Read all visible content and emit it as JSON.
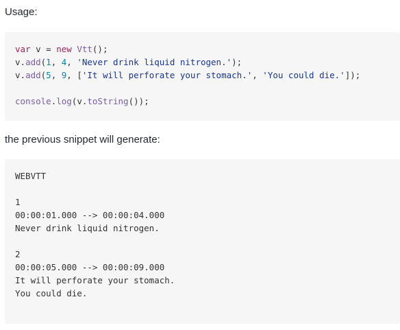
{
  "intro": {
    "usage_label": "Usage:",
    "generate_label": "the previous snippet will generate:"
  },
  "usage_code": {
    "line1": {
      "kw1": "var",
      "t1": " v = ",
      "kw2": "new",
      "t2": " ",
      "cls": "Vtt",
      "t3": "();"
    },
    "line2": {
      "t1": "v.",
      "fn": "add",
      "t2": "(",
      "n1": "1",
      "t3": ", ",
      "n2": "4",
      "t4": ", ",
      "s1": "'Never drink liquid nitrogen.'",
      "t5": ");"
    },
    "line3": {
      "t1": "v.",
      "fn": "add",
      "t2": "(",
      "n1": "5",
      "t3": ", ",
      "n2": "9",
      "t4": ", [",
      "s1": "'It will perforate your stomach.'",
      "t5": ", ",
      "s2": "'You could die.'",
      "t6": "]);"
    },
    "line5": {
      "obj": "console",
      "t1": ".",
      "fn1": "log",
      "t2": "(v.",
      "fn2": "toString",
      "t3": "());"
    }
  },
  "output_code": {
    "lines": [
      "WEBVTT",
      "",
      "1",
      "00:00:01.000 --> 00:00:04.000",
      "Never drink liquid nitrogen.",
      "",
      "2",
      "00:00:05.000 --> 00:00:09.000",
      "It will perforate your stomach.",
      "You could die."
    ]
  }
}
